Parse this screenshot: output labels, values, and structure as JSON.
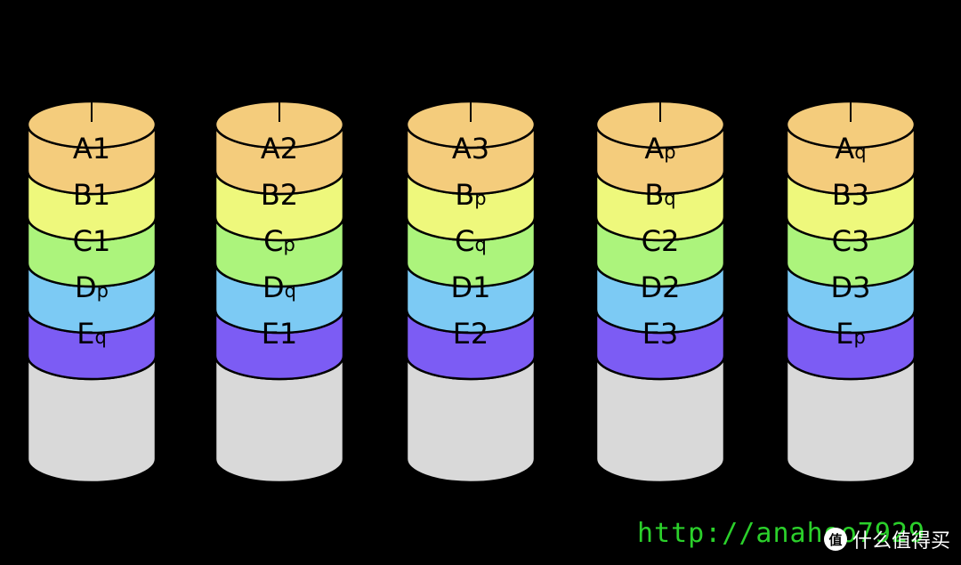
{
  "colors": {
    "A": "#f4cc7c",
    "B": "#eef87c",
    "C": "#acf47c",
    "D": "#7ccaf4",
    "E": "#7c5cf4",
    "empty": "#d9d9d9",
    "outline": "#000000",
    "background": "#000000"
  },
  "disks": [
    {
      "blocks": [
        {
          "letter": "A",
          "sub": "1",
          "sub_small": false
        },
        {
          "letter": "B",
          "sub": "1",
          "sub_small": false
        },
        {
          "letter": "C",
          "sub": "1",
          "sub_small": false
        },
        {
          "letter": "D",
          "sub": "p",
          "sub_small": true
        },
        {
          "letter": "E",
          "sub": "q",
          "sub_small": true
        }
      ]
    },
    {
      "blocks": [
        {
          "letter": "A",
          "sub": "2",
          "sub_small": false
        },
        {
          "letter": "B",
          "sub": "2",
          "sub_small": false
        },
        {
          "letter": "C",
          "sub": "p",
          "sub_small": true
        },
        {
          "letter": "D",
          "sub": "q",
          "sub_small": true
        },
        {
          "letter": "E",
          "sub": "1",
          "sub_small": false
        }
      ]
    },
    {
      "blocks": [
        {
          "letter": "A",
          "sub": "3",
          "sub_small": false
        },
        {
          "letter": "B",
          "sub": "p",
          "sub_small": true
        },
        {
          "letter": "C",
          "sub": "q",
          "sub_small": true
        },
        {
          "letter": "D",
          "sub": "1",
          "sub_small": false
        },
        {
          "letter": "E",
          "sub": "2",
          "sub_small": false
        }
      ]
    },
    {
      "blocks": [
        {
          "letter": "A",
          "sub": "p",
          "sub_small": true
        },
        {
          "letter": "B",
          "sub": "q",
          "sub_small": true
        },
        {
          "letter": "C",
          "sub": "2",
          "sub_small": false
        },
        {
          "letter": "D",
          "sub": "2",
          "sub_small": false
        },
        {
          "letter": "E",
          "sub": "3",
          "sub_small": false
        }
      ]
    },
    {
      "blocks": [
        {
          "letter": "A",
          "sub": "q",
          "sub_small": true
        },
        {
          "letter": "B",
          "sub": "3",
          "sub_small": false
        },
        {
          "letter": "C",
          "sub": "3",
          "sub_small": false
        },
        {
          "letter": "D",
          "sub": "3",
          "sub_small": false
        },
        {
          "letter": "E",
          "sub": "p",
          "sub_small": true
        }
      ]
    }
  ],
  "watermark": {
    "url_text": "http://anahoo7929",
    "site_name": "什么值得买",
    "logo_char": "值"
  }
}
